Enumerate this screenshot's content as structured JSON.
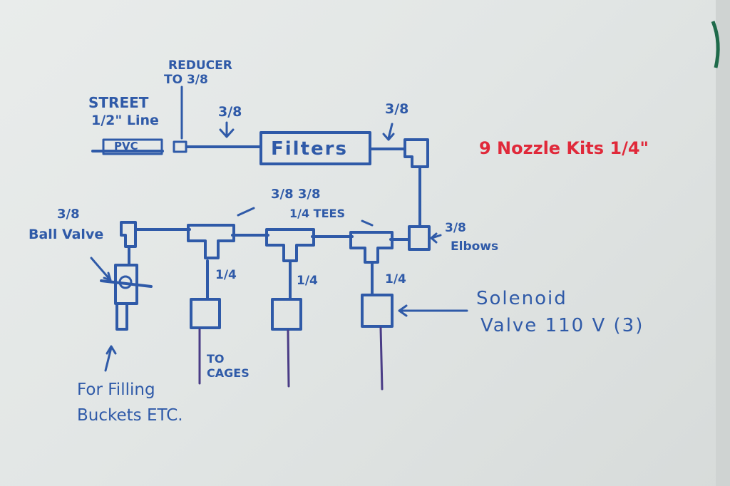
{
  "labels": {
    "reducer_line1": "REDUCER",
    "reducer_line2": "TO 3/8",
    "street_line1": "STREET",
    "street_line2": "1/2\" Line",
    "pvc": "PVC",
    "three_eighths_left": "3/8",
    "three_eighths_right": "3/8",
    "filters": "Filters",
    "nozzle_kits": "9 Nozzle Kits 1/4\"",
    "tees_line1": "3/8 3/8",
    "tees_line2": "1/4 TEES",
    "ball_valve_size": "3/8",
    "ball_valve": "Ball Valve",
    "elbows_size": "3/8",
    "elbows": "Elbows",
    "quarter_1": "1/4",
    "quarter_2": "1/4",
    "quarter_3": "1/4",
    "solenoid_line1": "Solenoid",
    "solenoid_line2": "Valve 110 V (3)",
    "to_cages_line1": "TO",
    "to_cages_line2": "CAGES",
    "filling_line1": "For Filling",
    "filling_line2": "Buckets ETC."
  },
  "colors": {
    "marker_blue": "#2f5aa8",
    "marker_red": "#e0293a",
    "marker_purple": "#4a3c86",
    "whiteboard": "#e6e9e8"
  }
}
